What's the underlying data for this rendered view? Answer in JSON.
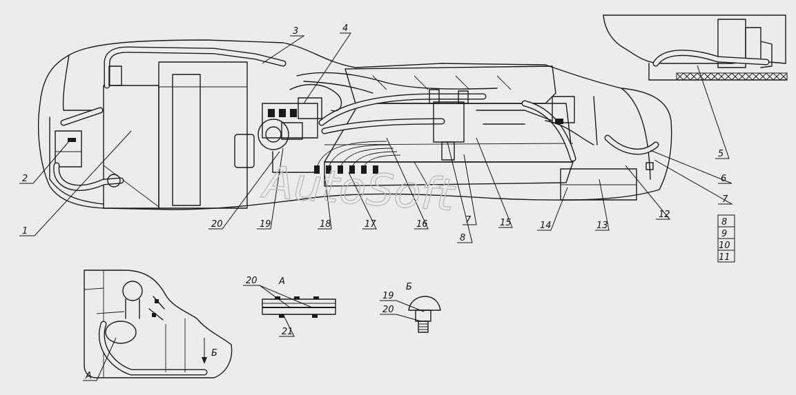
{
  "watermark": "AutoSoft",
  "callouts": {
    "c1": "1",
    "c2": "2",
    "c3": "3",
    "c4": "4",
    "c5": "5",
    "c6": "6",
    "c7": "7",
    "c8": "8",
    "c9": "9",
    "c10": "10",
    "c11": "11",
    "c12": "12",
    "c13": "13",
    "c14": "14",
    "c15": "15",
    "c16": "16",
    "c7b": "7",
    "c8b": "8",
    "c17": "17",
    "c18": "18",
    "c19": "19",
    "c20": "20"
  },
  "view_a": {
    "mark": "А",
    "view_b_arrow": "Б"
  },
  "detail_a": {
    "title": "А",
    "c20": "20",
    "c21": "21"
  },
  "detail_b": {
    "title": "Б",
    "c19": "19",
    "c20": "20"
  }
}
